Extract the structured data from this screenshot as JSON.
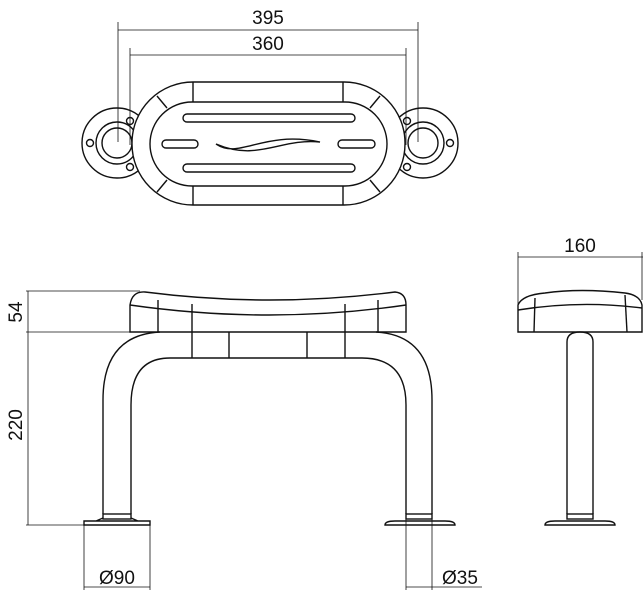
{
  "drawing": {
    "title": "Shower stool technical drawing",
    "dimensions": {
      "overall_width": "395",
      "mounting_width": "360",
      "seat_height": "54",
      "leg_height": "220",
      "depth": "160",
      "base_diameter": "Ø90",
      "tube_diameter": "Ø35"
    },
    "line_color": "#111111",
    "background_color": "#ffffff"
  }
}
